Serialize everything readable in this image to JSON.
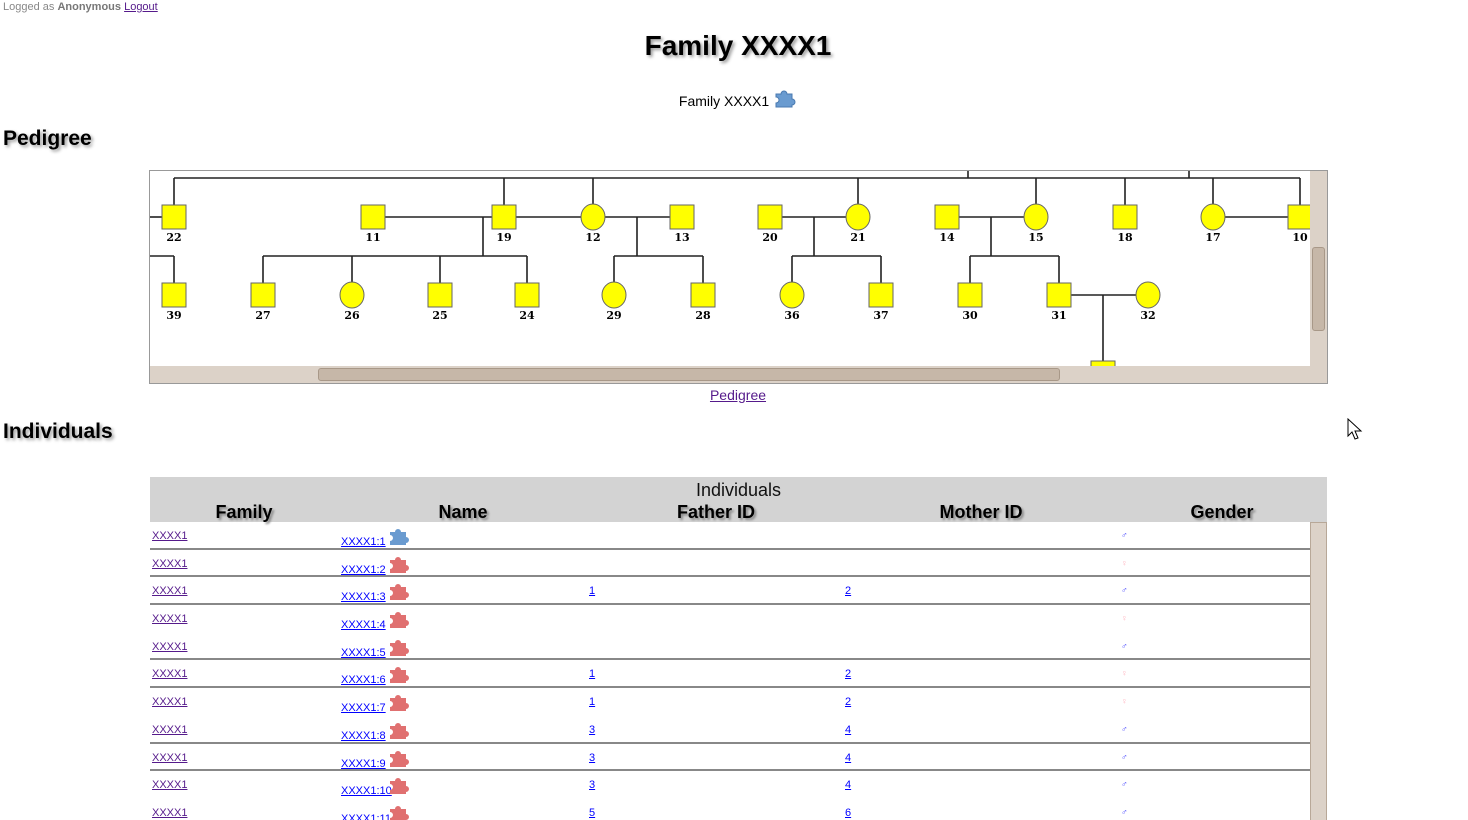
{
  "login": {
    "prefix": "Logged as",
    "user": "Anonymous",
    "logout": "Logout"
  },
  "title": "Family XXXX1",
  "subtitle": "Family XXXX1",
  "sections": {
    "pedigree": "Pedigree",
    "individuals": "Individuals"
  },
  "pedigree_link": "Pedigree",
  "pedigree": {
    "fill": "#ffff00",
    "nodes": [
      {
        "id": "22",
        "sex": "m"
      },
      {
        "id": "11",
        "sex": "m"
      },
      {
        "id": "19",
        "sex": "m"
      },
      {
        "id": "12",
        "sex": "f"
      },
      {
        "id": "13",
        "sex": "m"
      },
      {
        "id": "20",
        "sex": "m"
      },
      {
        "id": "21",
        "sex": "f"
      },
      {
        "id": "14",
        "sex": "m"
      },
      {
        "id": "15",
        "sex": "f"
      },
      {
        "id": "18",
        "sex": "m"
      },
      {
        "id": "17",
        "sex": "f"
      },
      {
        "id": "10",
        "sex": "m"
      },
      {
        "id": "39",
        "sex": "m"
      },
      {
        "id": "27",
        "sex": "m"
      },
      {
        "id": "26",
        "sex": "f"
      },
      {
        "id": "25",
        "sex": "m"
      },
      {
        "id": "24",
        "sex": "m"
      },
      {
        "id": "29",
        "sex": "f"
      },
      {
        "id": "28",
        "sex": "m"
      },
      {
        "id": "36",
        "sex": "f"
      },
      {
        "id": "37",
        "sex": "m"
      },
      {
        "id": "30",
        "sex": "m"
      },
      {
        "id": "31",
        "sex": "m"
      },
      {
        "id": "32",
        "sex": "f"
      }
    ]
  },
  "table": {
    "caption": "Individuals",
    "columns": [
      "Family",
      "Name",
      "Father ID",
      "Mother ID",
      "Gender"
    ],
    "rows": [
      {
        "family": "XXXX1",
        "name": "XXXX1:1",
        "father": "",
        "mother": "",
        "gender": "♂",
        "icon": "blue"
      },
      {
        "family": "XXXX1",
        "name": "XXXX1:2",
        "father": "",
        "mother": "",
        "gender": "♀",
        "icon": "red"
      },
      {
        "family": "XXXX1",
        "name": "XXXX1:3",
        "father": "1",
        "mother": "2",
        "gender": "♂",
        "icon": "red"
      },
      {
        "family": "XXXX1",
        "name": "XXXX1:4",
        "father": "",
        "mother": "",
        "gender": "♀",
        "icon": "red"
      },
      {
        "family": "XXXX1",
        "name": "XXXX1:5",
        "father": "",
        "mother": "",
        "gender": "♂",
        "icon": "red"
      },
      {
        "family": "XXXX1",
        "name": "XXXX1:6",
        "father": "1",
        "mother": "2",
        "gender": "♀",
        "icon": "red"
      },
      {
        "family": "XXXX1",
        "name": "XXXX1:7",
        "father": "1",
        "mother": "2",
        "gender": "♀",
        "icon": "red"
      },
      {
        "family": "XXXX1",
        "name": "XXXX1:8",
        "father": "3",
        "mother": "4",
        "gender": "♂",
        "icon": "red"
      },
      {
        "family": "XXXX1",
        "name": "XXXX1:9",
        "father": "3",
        "mother": "4",
        "gender": "♂",
        "icon": "red"
      },
      {
        "family": "XXXX1",
        "name": "XXXX1:10",
        "father": "3",
        "mother": "4",
        "gender": "♂",
        "icon": "red"
      },
      {
        "family": "XXXX1",
        "name": "XXXX1:11",
        "father": "5",
        "mother": "6",
        "gender": "♂",
        "icon": "red"
      }
    ]
  },
  "colors": {
    "male": "#5555ff",
    "female": "#ffb6c1",
    "icon_blue": "#6a9bd0",
    "icon_red": "#e07070"
  }
}
